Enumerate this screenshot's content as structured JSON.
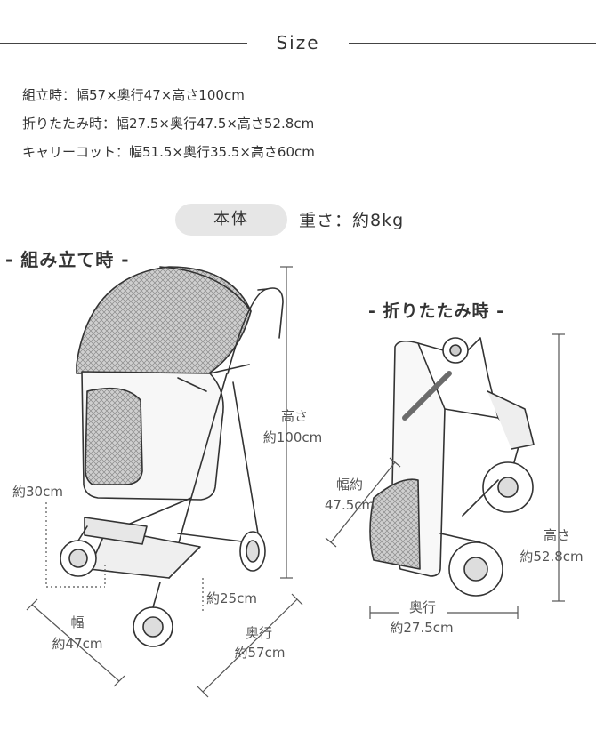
{
  "section_title": "Size",
  "specs": [
    "組立時：幅57×奥行47×高さ100cm",
    "折りたたみ時：幅27.5×奥行47.5×高さ52.8cm",
    "キャリーコット：幅51.5×奥行35.5×高さ60cm"
  ],
  "weight": {
    "badge": "本体",
    "text": "重さ：約8kg"
  },
  "assembled": {
    "heading": "- 組み立て時 -",
    "height_label": "高さ",
    "height_value": "約100cm",
    "carry_height": "約30cm",
    "base_depth": "約25cm",
    "width_label": "幅",
    "width_value": "約47cm",
    "depth_label": "奥行",
    "depth_value": "約57cm"
  },
  "folded": {
    "heading": "- 折りたたみ時 -",
    "width_label": "幅約",
    "width_value": "47.5cm",
    "height_label": "高さ",
    "height_value": "約52.8cm",
    "depth_label": "奥行",
    "depth_value": "約27.5cm"
  }
}
